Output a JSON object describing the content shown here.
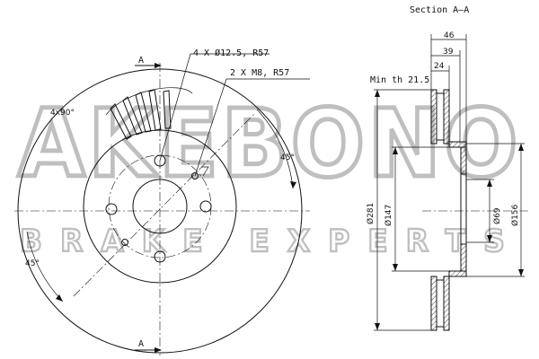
{
  "watermark": {
    "logo": "AKEBONO",
    "tagline": "BRAKE EXPERTS"
  },
  "front_view": {
    "section_marker_top": "A",
    "section_marker_bottom": "A",
    "holes_label": "4 X Ø12.5, R57",
    "threads_label": "2 X M8, R57",
    "pattern_angle": "4x90°",
    "angle_right": "45°",
    "angle_left": "45°"
  },
  "section_view": {
    "title": "Section A–A",
    "min_thickness": "Min th 21.5",
    "dim_total_height": "46",
    "dim_hat_height": "39",
    "dim_thickness": "24",
    "dia_outer": "Ø281",
    "dia_hat": "Ø147",
    "dia_center": "Ø69",
    "dia_hat_outer": "Ø156"
  }
}
